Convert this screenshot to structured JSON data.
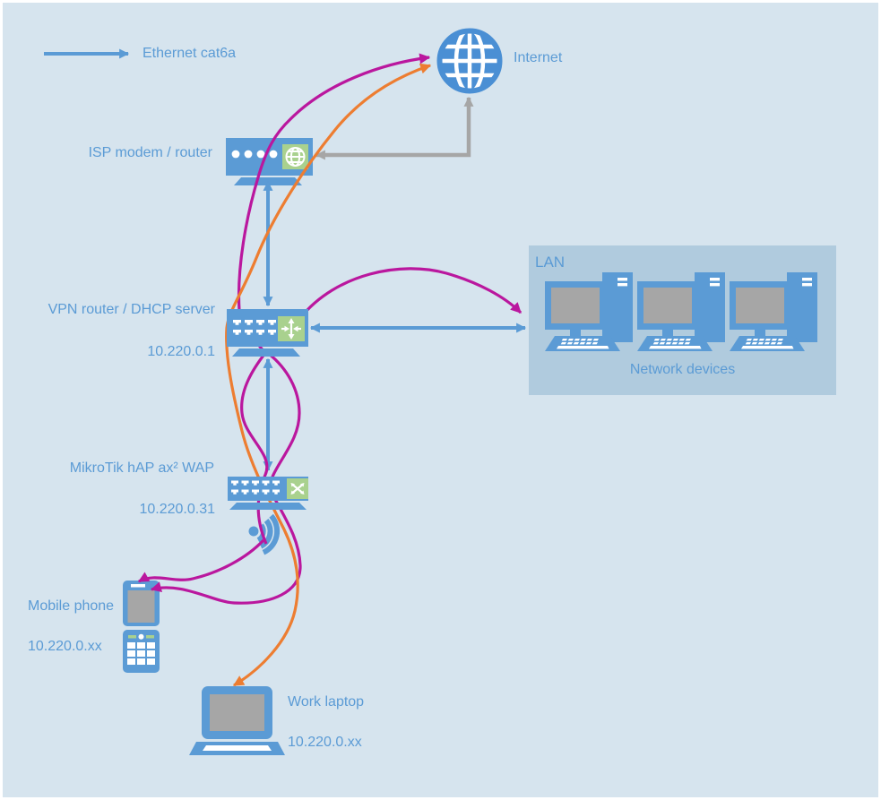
{
  "legend": {
    "label": "Ethernet cat6a"
  },
  "nodes": {
    "internet": {
      "label": "Internet"
    },
    "isp_modem": {
      "label": "ISP modem / router"
    },
    "vpn_router": {
      "label": "VPN router / DHCP server",
      "ip": "10.220.0.1"
    },
    "wap": {
      "label": "MikroTik hAP ax² WAP",
      "ip": "10.220.0.31"
    },
    "mobile_phone": {
      "label": "Mobile phone",
      "ip": "10.220.0.xx"
    },
    "work_laptop": {
      "label": "Work laptop",
      "ip": "10.220.0.xx"
    },
    "lan": {
      "label": "LAN",
      "devices_label": "Network devices"
    }
  },
  "colors": {
    "background": "#d6e4ee",
    "device_blue": "#5b9bd5",
    "globe_blue": "#4a8fd4",
    "accent_green": "#a9d18e",
    "magenta_flow": "#ba179e",
    "orange_flow": "#ed7d31",
    "gray_connector": "#a6a6a6",
    "lan_fill": "#b0cbde",
    "screen_gray": "#a6a6a6",
    "text_blue": "#5b9bd5"
  }
}
